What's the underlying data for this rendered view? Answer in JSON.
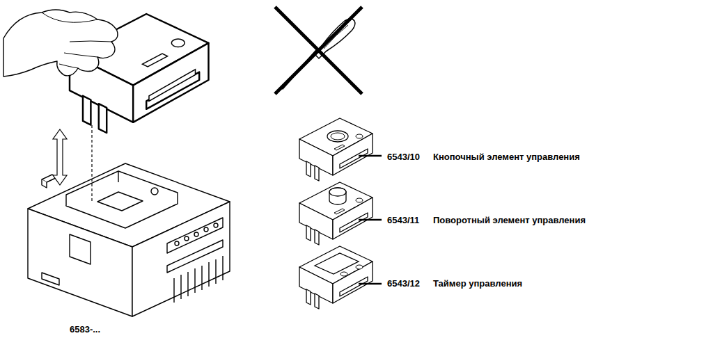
{
  "diagram": {
    "labels": [
      "6543/10",
      "Кнопочный элемент управления",
      "6543/11",
      "Поворотный элемент управления",
      "6543/12",
      "Таймер управления",
      "6583-..."
    ]
  }
}
